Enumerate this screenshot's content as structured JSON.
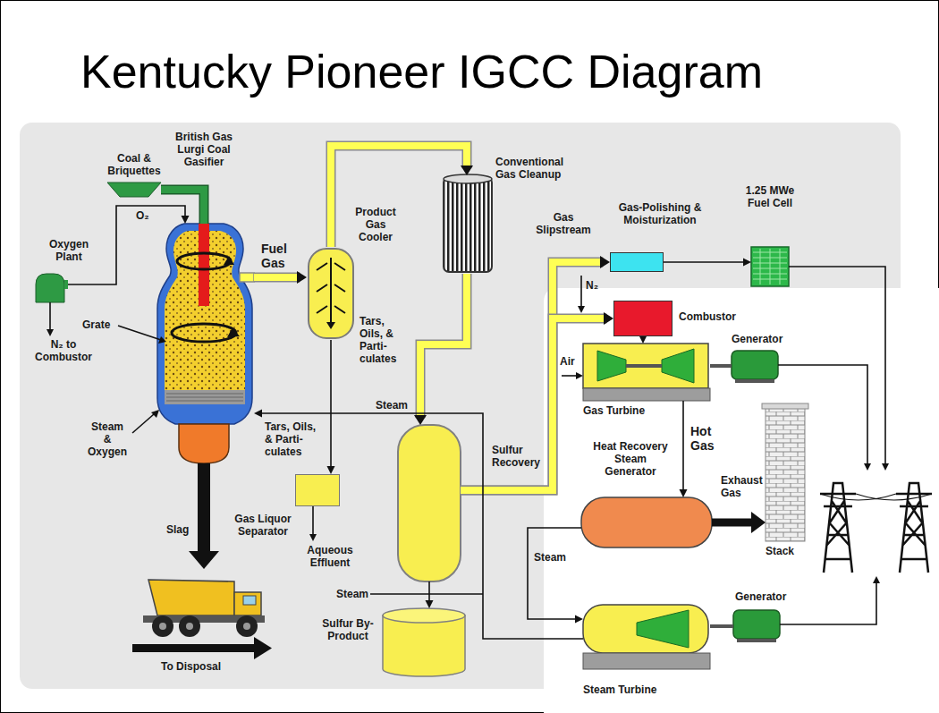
{
  "diagram": {
    "title": "Kentucky Pioneer IGCC Diagram",
    "nodes": [
      {
        "text": [
          "Coal & Briquettes"
        ]
      },
      {
        "text": [
          "British Gas Lurgi Coal Gasifier"
        ]
      },
      {
        "text": [
          "Oxygen Plant"
        ]
      },
      {
        "text": [
          "Product Gas Cooler"
        ]
      },
      {
        "text": [
          "Conventional Gas Cleanup"
        ]
      },
      {
        "text": [
          "Gas-Polishing & Moisturization"
        ]
      },
      {
        "text": [
          "1.25 MWe Fuel Cell"
        ]
      },
      {
        "text": [
          "Combustor"
        ]
      },
      {
        "text": [
          "Generator"
        ]
      },
      {
        "text": [
          "Gas Turbine"
        ]
      },
      {
        "text": [
          "Sulfur Recovery"
        ]
      },
      {
        "text": [
          "Gas Liquor Separator"
        ]
      },
      {
        "text": [
          "Heat Recovery Steam Generator"
        ]
      },
      {
        "text": [
          "Stack"
        ]
      },
      {
        "text": [
          "Sulfur By-Product"
        ]
      },
      {
        "text": [
          "Generator"
        ]
      },
      {
        "text": [
          "Steam Turbine"
        ]
      }
    ],
    "edges": [
      {
        "from": 0,
        "to": 1,
        "arrow": "none"
      },
      {
        "from": 2,
        "to": 1,
        "label": "O₂",
        "arrow": "to"
      },
      {
        "from": 1,
        "to": 3,
        "label": "Fuel Gas",
        "arrow": "to"
      },
      {
        "from": 3,
        "to": 4,
        "arrow": "to"
      },
      {
        "from": 3,
        "to": 11,
        "label": "Tars, Oils, & Parti-culates",
        "arrow": "to"
      },
      {
        "from": 4,
        "to": 10,
        "arrow": "to"
      },
      {
        "from": 10,
        "to": 14,
        "arrow": "to"
      },
      {
        "from": 10,
        "to": 5,
        "label": "Gas Slipstream",
        "arrow": "to"
      },
      {
        "from": 10,
        "to": 7,
        "arrow": "to"
      },
      {
        "from": 5,
        "to": 6,
        "arrow": "to"
      },
      {
        "from": 7,
        "to": 9,
        "arrow": "to"
      },
      {
        "from": 9,
        "to": 8,
        "arrow": "none"
      },
      {
        "from": 9,
        "to": 12,
        "label": "Hot Gas",
        "arrow": "to"
      },
      {
        "from": 12,
        "to": 13,
        "label": "Exhaust Gas",
        "arrow": "to"
      },
      {
        "from": 12,
        "to": 16,
        "label": "Steam",
        "arrow": "to"
      },
      {
        "from": 16,
        "to": 15,
        "arrow": "none"
      },
      {
        "from": 16,
        "to": 1,
        "label": "Steam",
        "arrow": "to"
      }
    ],
    "labels": [
      "Grate",
      "Steam & Oxygen",
      "N₂ to Combustor",
      "Tars, Oils, & Parti-culates",
      "Aqueous Effluent",
      "Slag",
      "To Disposal",
      "N₂",
      "Air",
      "Steam"
    ]
  }
}
